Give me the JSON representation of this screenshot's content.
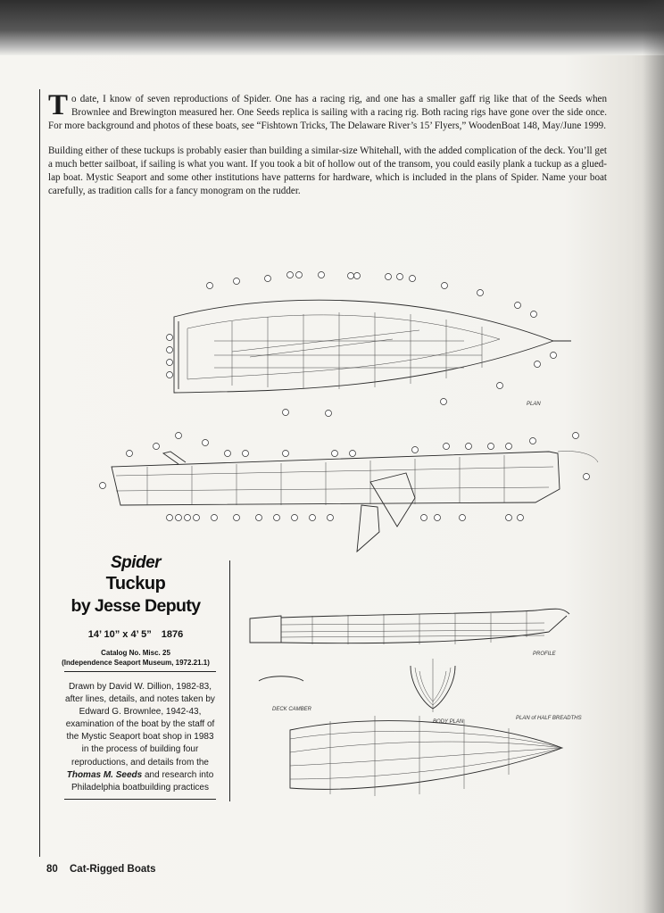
{
  "intro": {
    "p1_dropcap": "T",
    "p1": "o date, I know of seven reproductions of Spider. One has a racing rig, and one has a smaller gaff rig like that of the Seeds when Brownlee and Brewington measured her. One Seeds replica is sailing with a racing rig. Both racing rigs have gone over the side once. For more background and photos of these boats, see “Fishtown Tricks, The Delaware River’s 15’ Flyers,” WoodenBoat 148, May/June 1999.",
    "p2": "Building either of these tuckups is probably easier than building a similar-size Whitehall, with the added complication of the deck. You’ll get a much better sailboat, if sailing is what you want. If you took a bit of hollow out of the transom, you could easily plank a tuckup as a glued-lap boat. Mystic Seaport and some other institutions have patterns for hardware, which is included in the plans of Spider. Name your boat carefully, as tradition calls for a fancy monogram on the rudder."
  },
  "drawing": {
    "plan_label": "PLAN",
    "profile_label": "PROFILE",
    "body_plan_label": "BODY PLAN",
    "half_breadth_label": "PLAN of HALF BREADTHS",
    "deck_camber_label": "DECK CAMBER"
  },
  "title": {
    "line1": "Spider",
    "line2": "Tuckup",
    "line3": "by Jesse Deputy",
    "dimensions": "14’ 10” x 4’ 5”",
    "year": "1876",
    "catalog": "Catalog No. Misc. 25",
    "museum": "(Independence Seaport Museum, 1972.21.1)"
  },
  "credit": {
    "before": "Drawn by David W. Dillion, 1982-83, after lines, details, and notes taken by Edward G. Brownlee, 1942-43, examination of the boat by the staff of the Mystic Seaport boat shop in 1983 in the process of building four reproductions, and details from the",
    "boat": "Thomas M. Seeds",
    "after": "and research into Philadelphia boatbuilding practices"
  },
  "footer": {
    "page_number": "80",
    "book_title": "Cat-Rigged Boats"
  }
}
